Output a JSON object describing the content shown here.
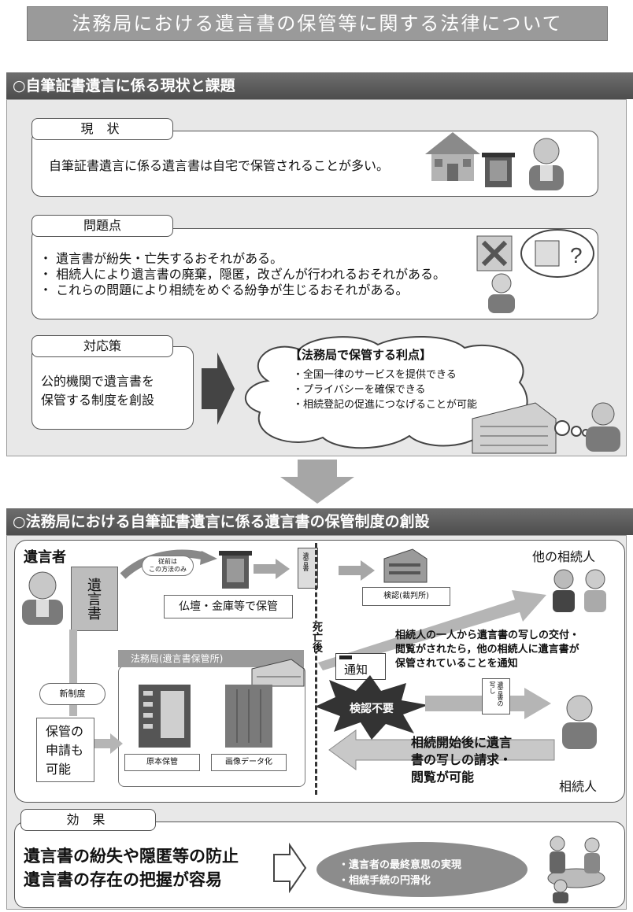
{
  "title": "法務局における遺言書の保管等に関する法律について",
  "section1": {
    "heading": "○自筆証書遺言に係る現状と課題",
    "current": {
      "tab": "現 状",
      "text": "自筆証書遺言に係る遺言書は自宅で保管されることが多い。"
    },
    "problems": {
      "tab": "問題点",
      "items": [
        "・ 遺言書が紛失・亡失するおそれがある。",
        "・ 相続人により遺言書の廃棄，隠匿，改ざんが行われるおそれがある。",
        "・ これらの問題により相続をめぐる紛争が生じるおそれがある。"
      ]
    },
    "measure": {
      "tab": "対応策",
      "text_line1": "公的機関で遺言書を",
      "text_line2": "保管する制度を創設"
    },
    "cloud": {
      "title": "【法務局で保管する利点】",
      "items": [
        "・全国一律のサービスを提供できる",
        "・プライバシーを確保できる",
        "・相続登記の促進につなげることが可能"
      ]
    }
  },
  "section2": {
    "heading": "○法務局における自筆証書遺言に係る遺言書の保管制度の創設",
    "testator": "遺言者",
    "will_doc_label": "遺言書",
    "current_method": "従前は\nこの方法のみ",
    "home_storage": "仏壇・金庫等で保管",
    "doc_small_label": "遺言書",
    "probate": "検認(裁判所)",
    "after_death": "死亡後",
    "other_heirs": "他の相続人",
    "notify_text_line1": "相続人の一人から遺言書の写しの交付・",
    "notify_text_line2": "閲覧がされたら，他の相続人に遺言書が",
    "notify_text_line3": "保管されていることを通知",
    "notice_card": "通知",
    "legal_bureau": "法務局(遺言書保管所)",
    "new_system": "新制度",
    "apply_line1": "保管の",
    "apply_line2": "申請も",
    "apply_line3": "可能",
    "original_storage": "原本保管",
    "digitize": "画像データ化",
    "no_probate": "検認不要",
    "copy_label": "遺言書の写し",
    "request_line1": "相続開始後に遺言",
    "request_line2": "書の写しの請求・",
    "request_line3": "閲覧が可能",
    "heir": "相続人"
  },
  "effects": {
    "tab": "効 果",
    "line1": "遺言書の紛失や隠匿等の防止",
    "line2": "遺言書の存在の把握が容易",
    "result1": "・遺言者の最終意思の実現",
    "result2": "・相続手続の円滑化"
  },
  "colors": {
    "section_header": "#555555",
    "section_bg": "#e8e8e8",
    "arrow": "#a6a6a6",
    "dark_arrow": "#444444",
    "ellipse": "#8c8c8c"
  }
}
